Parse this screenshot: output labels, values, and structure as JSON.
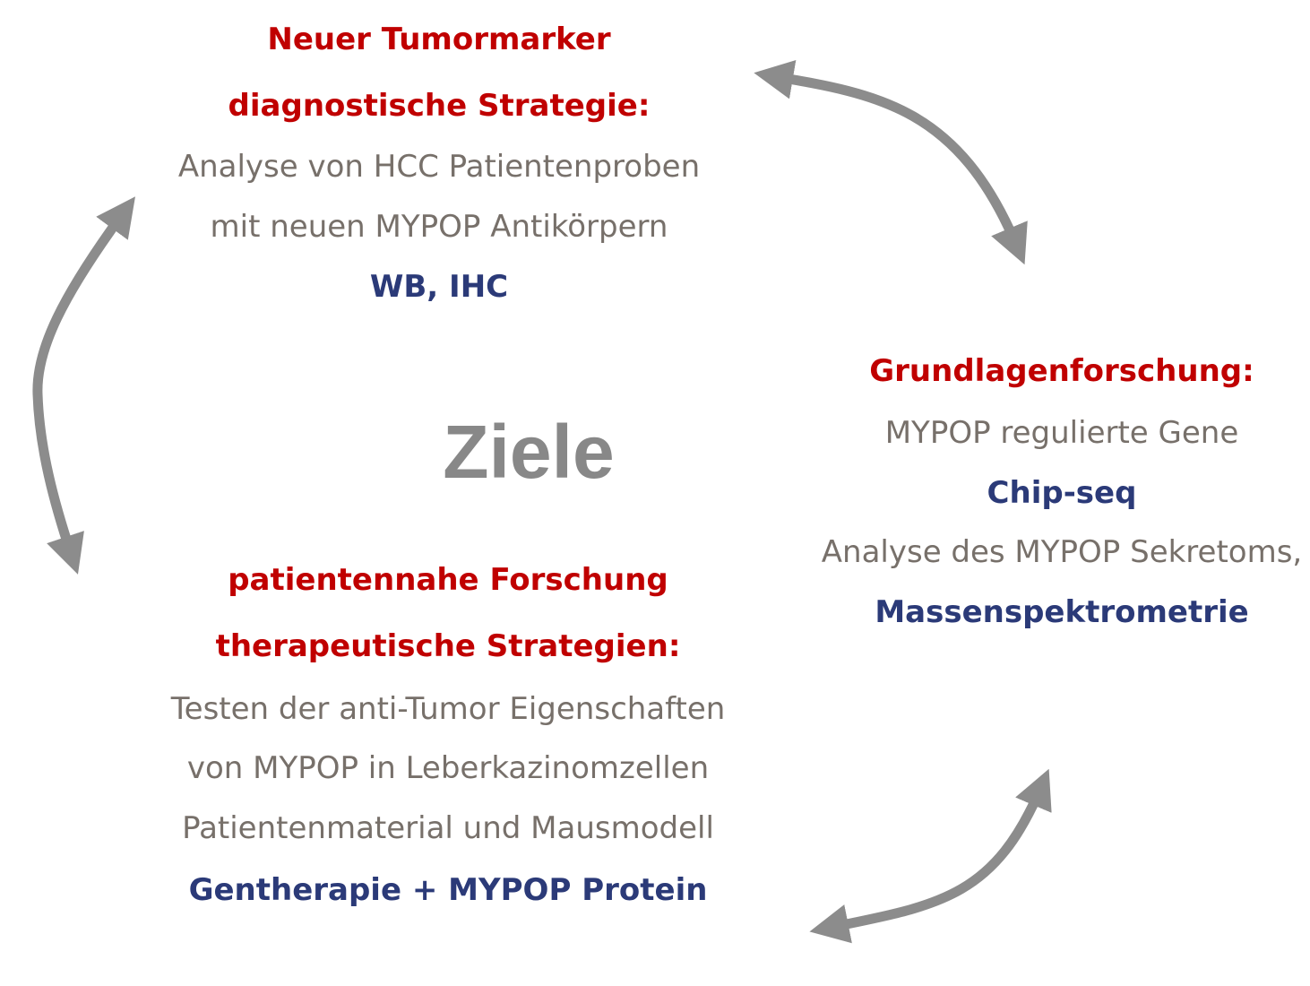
{
  "center": {
    "title": "Ziele"
  },
  "top_block": {
    "heading_1": "Neuer Tumormarker",
    "heading_2": "diagnostische Strategie:",
    "desc_1": "Analyse von HCC Patientenproben",
    "desc_2": "mit neuen MYPOP Antikörpern",
    "method": "WB, IHC"
  },
  "right_block": {
    "heading": "Grundlagenforschung:",
    "desc_1": "MYPOP regulierte Gene",
    "method_1": "Chip-seq",
    "desc_2": "Analyse des MYPOP Sekretoms,",
    "method_2": "Massenspektrometrie"
  },
  "bottom_block": {
    "heading_1": "patientennahe Forschung",
    "heading_2": "therapeutische Strategien:",
    "desc_1": "Testen der anti-Tumor Eigenschaften",
    "desc_2": "von MYPOP in Leberkazinomzellen",
    "desc_3": "Patientenmaterial und Mausmodell",
    "method": "Gentherapie + MYPOP Protein"
  },
  "colors": {
    "heading": "#c00000",
    "description": "#77706a",
    "method": "#2b3a78",
    "title": "#888888",
    "arrow": "#8c8c8c"
  }
}
